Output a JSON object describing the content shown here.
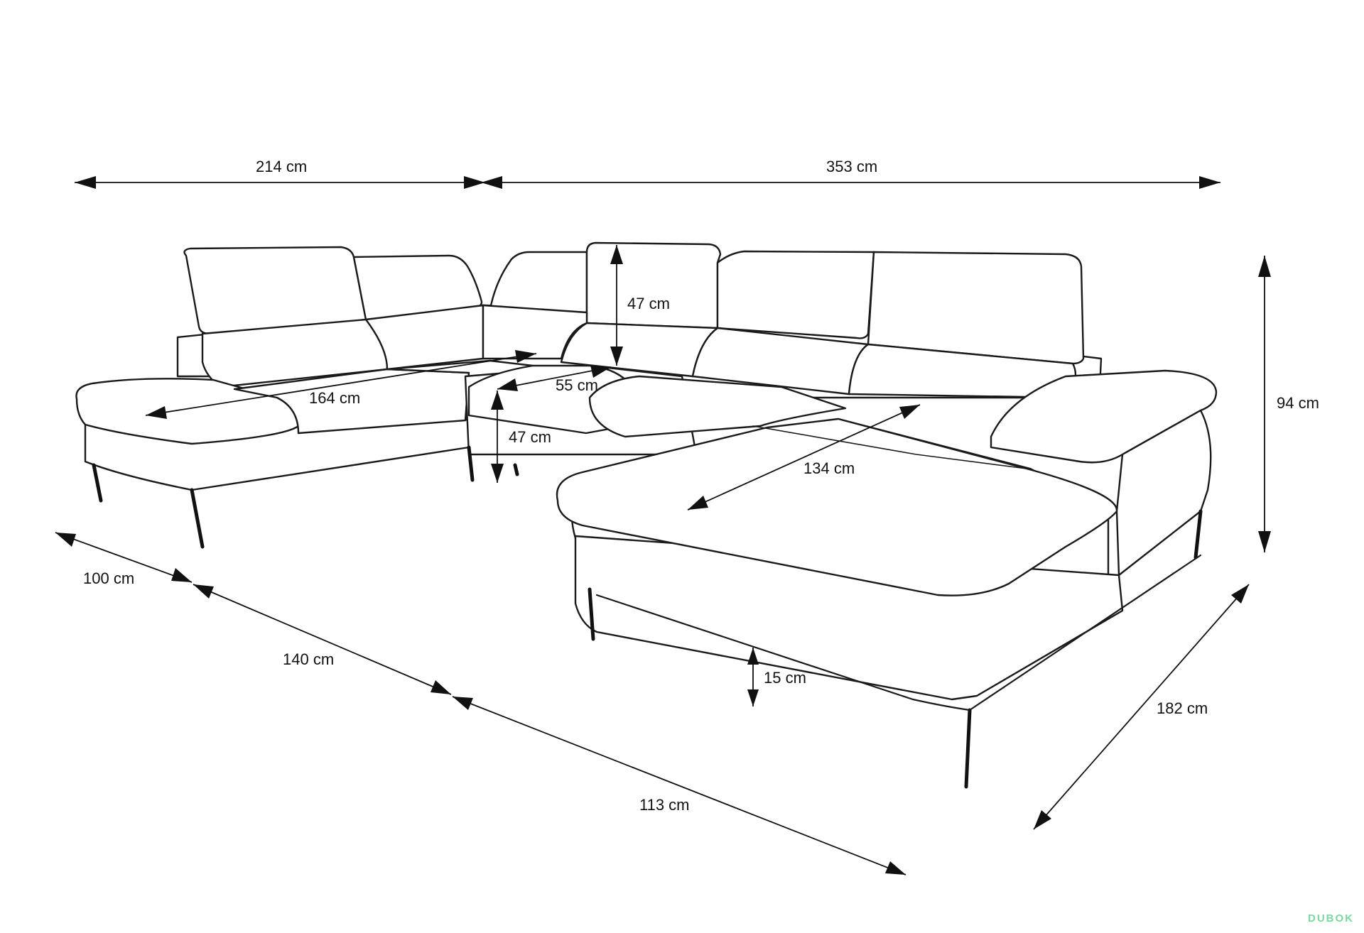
{
  "dimensions": {
    "width_left": "214 cm",
    "width_right": "353 cm",
    "total_height": "94 cm",
    "headrest_height": "47 cm",
    "seat_height": "47 cm",
    "seat_depth": "55 cm",
    "left_chaise_length": "164 cm",
    "right_chaise_length": "134 cm",
    "left_chaise_depth": "100 cm",
    "left_side_length": "140 cm",
    "front_length": "113 cm",
    "right_chaise_depth": "182 cm",
    "leg_height": "15 cm"
  },
  "watermark": "DUBOK"
}
